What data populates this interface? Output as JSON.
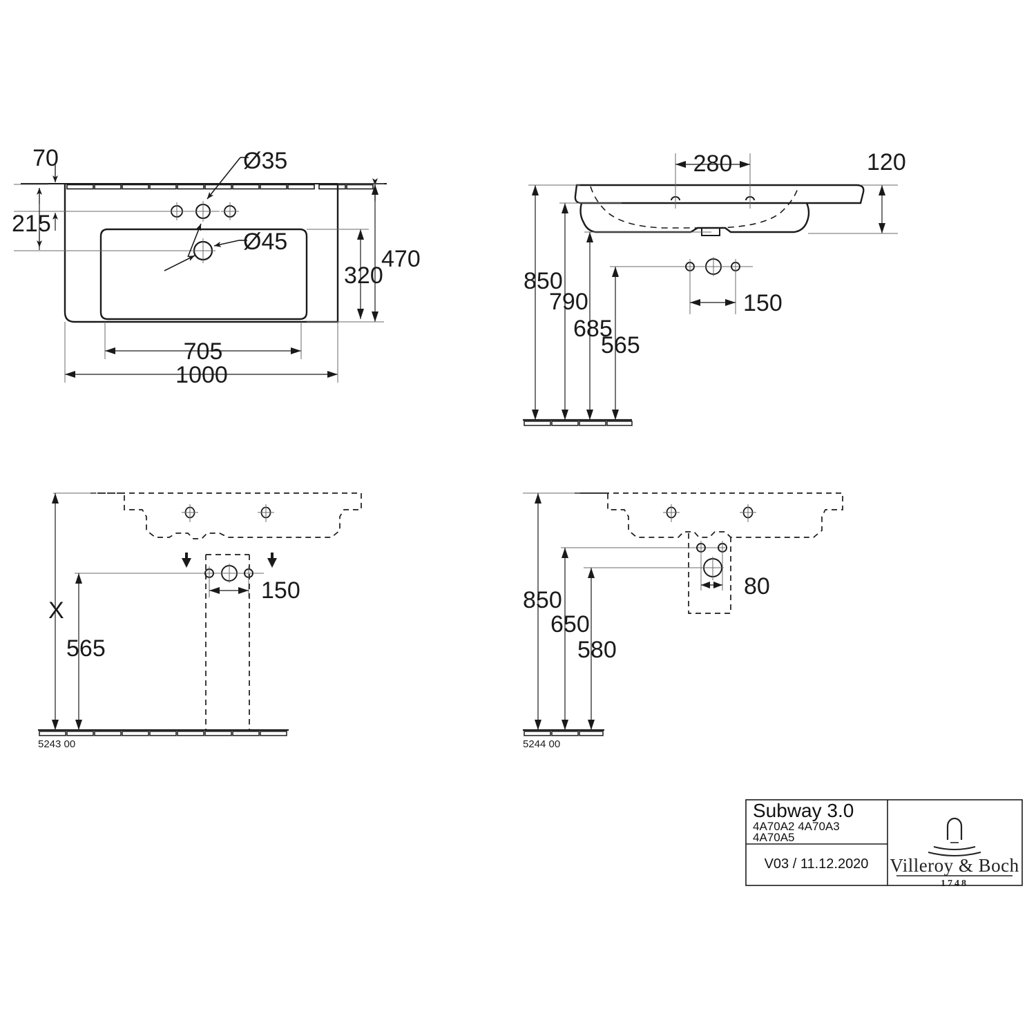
{
  "drawing": {
    "type": "technical-drawing",
    "subject": "Villeroy & Boch Subway 3.0 washbasin",
    "units": "mm"
  },
  "views": {
    "top_left": {
      "name": "front-elevation-view",
      "dimensions": {
        "d70": "70",
        "d215": "215",
        "d35": "Ø35",
        "d45": "Ø45",
        "d470": "470",
        "d320": "320",
        "d705": "705",
        "d1000": "1000"
      }
    },
    "top_right": {
      "name": "side-section-view",
      "dimensions": {
        "d280": "280",
        "d120": "120",
        "d850": "850",
        "d790": "790",
        "d685": "685",
        "d565": "565",
        "d150": "150"
      }
    },
    "bottom_left": {
      "name": "rough-in-view-5243",
      "code": "5243 00",
      "dimensions": {
        "dx": "X",
        "d565": "565",
        "d150": "150"
      }
    },
    "bottom_right": {
      "name": "rough-in-view-5244",
      "code": "5244 00",
      "dimensions": {
        "d850": "850",
        "d650": "650",
        "d580": "580",
        "d80": "80"
      }
    }
  },
  "title_block": {
    "product": "Subway 3.0",
    "article_line1": "4A70A2 4A70A3",
    "article_line2": "4A70A5",
    "version": "V03 / 11.12.2020",
    "brand": "Villeroy & Boch",
    "brand_year": "1748"
  },
  "colors": {
    "line": "#1a1a1a",
    "thin": "#555555",
    "background": "#ffffff"
  }
}
